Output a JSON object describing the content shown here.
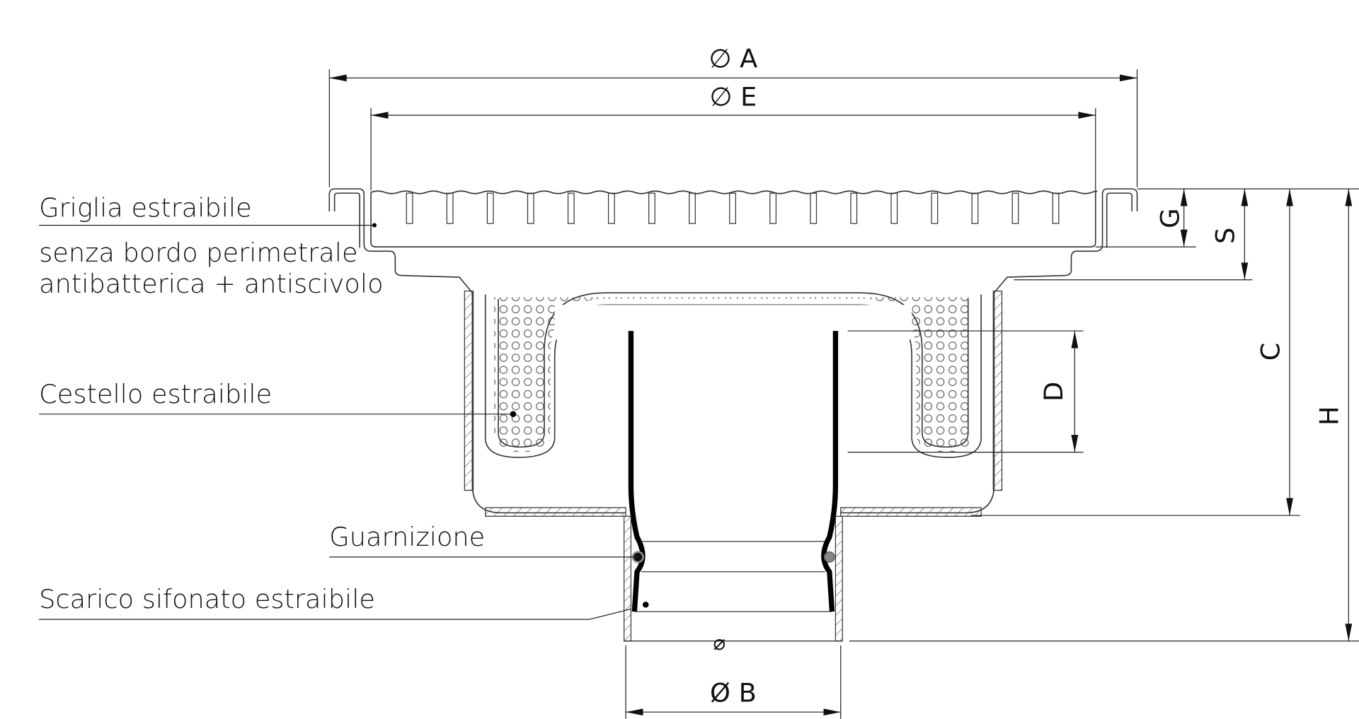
{
  "labels": {
    "grille": "Griglia estraibile",
    "grille_note_1": "senza bordo perimetrale",
    "grille_note_2": "antibatterica + antiscivolo",
    "basket": "Cestello estraibile",
    "gasket": "Guarnizione",
    "trap": "Scarico sifonato estraibile"
  },
  "dimensions": {
    "A": "∅ A",
    "E": "∅ E",
    "B": "Ø B",
    "G": "G",
    "S": "S",
    "C": "C",
    "H": "H",
    "D": "D",
    "pipe_symbol": "⌀"
  },
  "colors": {
    "line": "#222222",
    "background": "#ffffff"
  }
}
